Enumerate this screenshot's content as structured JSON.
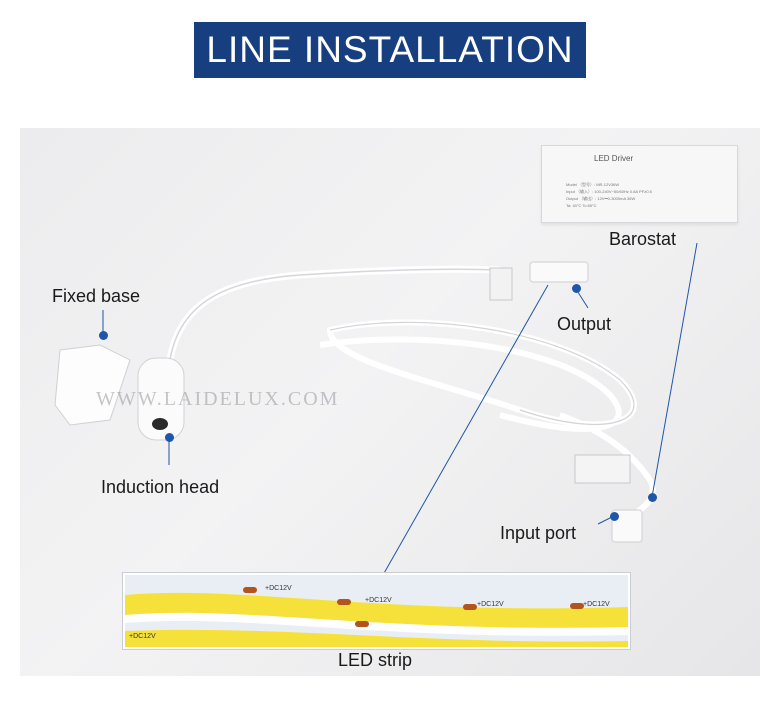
{
  "title": "LINE INSTALLATION",
  "labels": {
    "barostat": "Barostat",
    "fixed_base": "Fixed base",
    "output": "Output",
    "induction_head": "Induction head",
    "input_port": "Input port",
    "led_strip": "LED strip"
  },
  "watermark": "WWW.LAIDELUX.COM",
  "driver": {
    "title": "LED Driver",
    "model": "Model （型号）: MR-12V36W",
    "input": "Input （输入）: 100-240V~50/60Hz 0.8A PF≥0.5",
    "output": "Output （输出）: 12V⎓0-3000mA 36W",
    "temp": "Ta: 40°C  Tc:85°C"
  },
  "strip_marking": "+DC12V",
  "colors": {
    "title_bg": "#173f7f",
    "marker": "#1e56a8",
    "strip_yellow": "#f5e13a"
  }
}
